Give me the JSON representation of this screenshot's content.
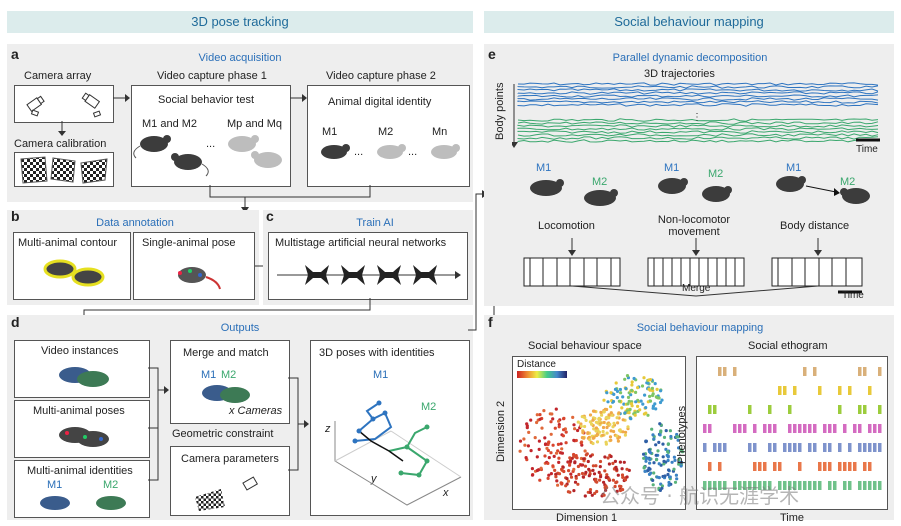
{
  "headers": {
    "left": "3D pose tracking",
    "right": "Social behaviour mapping"
  },
  "a": {
    "letter": "a",
    "title": "Video acquisition",
    "camera_array": "Camera array",
    "camera_calibration": "Camera calibration",
    "phase1_title": "Video capture phase 1",
    "phase2_title": "Video capture phase 2",
    "social_test": "Social behavior test",
    "digital_identity": "Animal digital identity",
    "m1m2": "M1 and M2",
    "ellipsis": "...",
    "mpmq": "Mp and Mq",
    "m1": "M1",
    "m2": "M2",
    "mn": "Mn"
  },
  "b": {
    "letter": "b",
    "title": "Data annotation",
    "contour": "Multi-animal contour",
    "pose": "Single-animal pose"
  },
  "c": {
    "letter": "c",
    "title": "Train AI",
    "nets": "Multistage artificial neural networks"
  },
  "d": {
    "letter": "d",
    "title": "Outputs",
    "instances": "Video instances",
    "poses": "Multi-animal poses",
    "identities": "Multi-animal identities",
    "m1": "M1",
    "m2": "M2",
    "merge": "Merge and match",
    "x_cameras": "x Cameras",
    "geo": "Geometric constraint",
    "cam_params": "Camera parameters",
    "poses3d": "3D poses with identities",
    "axis_z": "z",
    "axis_y": "y",
    "axis_x": "x"
  },
  "e": {
    "letter": "e",
    "title": "Parallel dynamic decomposition",
    "trajectories": "3D trajectories",
    "body_points": "Body points",
    "time": "Time",
    "m1": "M1",
    "m2": "M2",
    "locomotion": "Locomotion",
    "nonloco": "Non-locomotor movement",
    "body_distance": "Body distance",
    "merge": "Merge",
    "colors": {
      "blue": "#2e74c0",
      "green": "#3aa76d"
    }
  },
  "f": {
    "letter": "f",
    "title": "Social behaviour mapping",
    "space": "Social behaviour space",
    "ethogram": "Social ethogram",
    "distance": "Distance",
    "dim1": "Dimension 1",
    "dim2": "Dimension 2",
    "phenotypes": "Phenotypes",
    "time": "Time",
    "ethogram_colors": [
      "#d9b07a",
      "#e8c93a",
      "#9ccc3c",
      "#d46bc1",
      "#7e93cc",
      "#e9774a",
      "#6fc28a"
    ]
  },
  "watermark": "公众号 · 航识无涯学术"
}
